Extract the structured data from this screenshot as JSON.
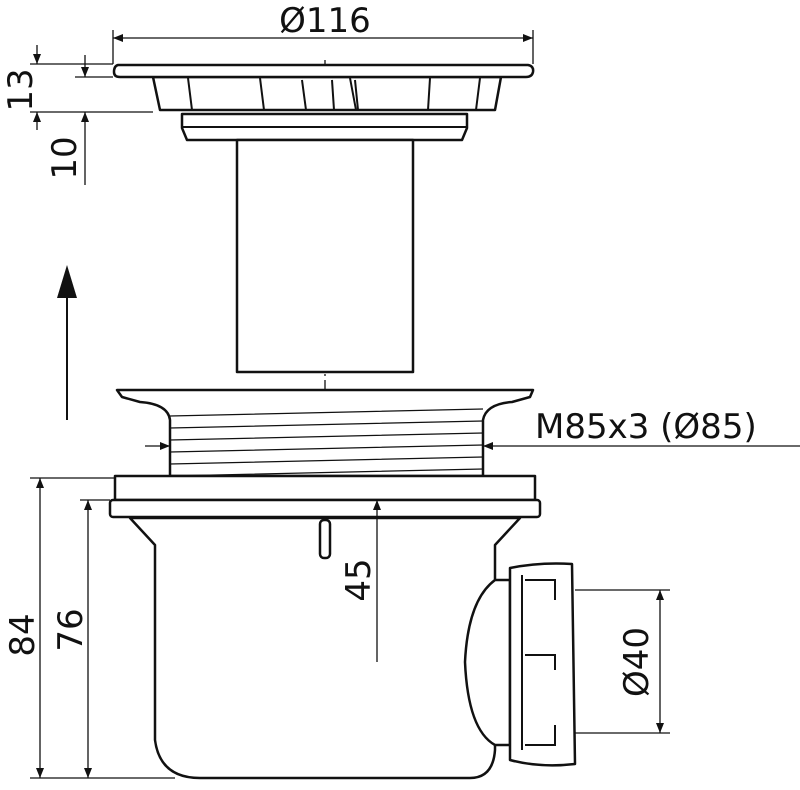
{
  "title": "Shower drain technical drawing",
  "dimensions": {
    "top_diameter": "Ø116",
    "grate_height": "13",
    "ring_height": "10",
    "thread": "M85x3 (Ø85)",
    "outlet_center_depth": "45",
    "total_height": "84",
    "body_height": "76",
    "outlet_diameter": "Ø40"
  },
  "colors": {
    "line": "#111111",
    "background": "#ffffff"
  }
}
